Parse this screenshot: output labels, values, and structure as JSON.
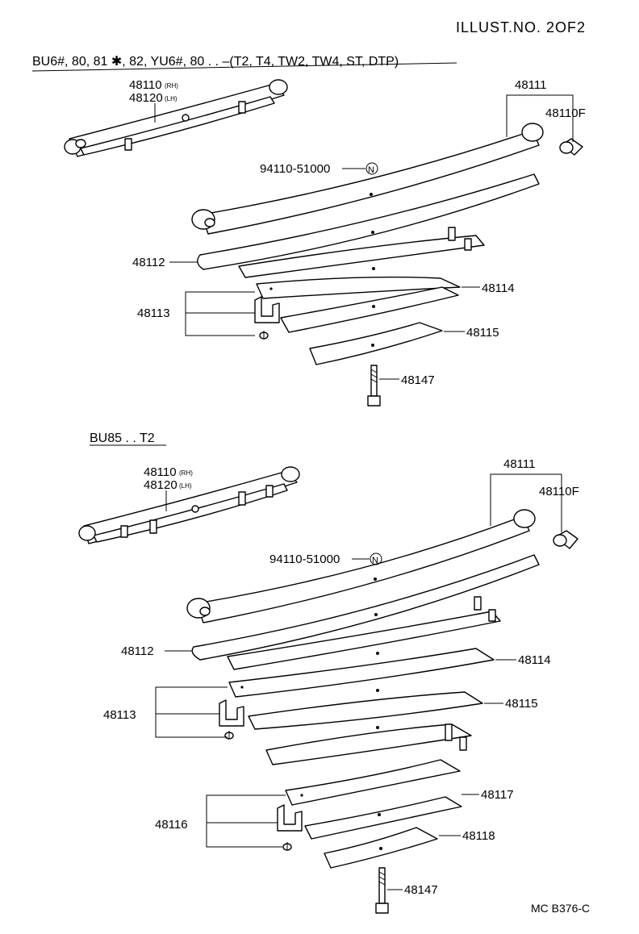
{
  "title": "ILLUST.NO. 2OF2",
  "footer_code": "MC B376-C",
  "sections": [
    {
      "heading": "BU6#, 80, 81 ✱, 82, YU6#, 80 . .   –(T2, T4, TW2, TW4, ST, DTP)",
      "assembly_rh": "48110",
      "assembly_rh_suffix": "(RH)",
      "assembly_lh": "48120",
      "assembly_lh_suffix": "(LH)",
      "callouts": {
        "main_leaf": "48111",
        "bushing": "48110F",
        "nut_part": "94110-51000",
        "nut_symbol": "N",
        "leaf_2": "48112",
        "clip": "48113",
        "leaf_3": "48114",
        "leaf_4": "48115",
        "center_bolt": "48147"
      }
    },
    {
      "heading": "BU85 . . T2",
      "assembly_rh": "48110",
      "assembly_rh_suffix": "(RH)",
      "assembly_lh": "48120",
      "assembly_lh_suffix": "(LH)",
      "callouts": {
        "main_leaf": "48111",
        "bushing": "48110F",
        "nut_part": "94110-51000",
        "nut_symbol": "N",
        "leaf_2": "48112",
        "leaf_3": "48114",
        "clip": "48113",
        "leaf_4": "48115",
        "leaf_5": "48117",
        "clip_lower": "48116",
        "leaf_6": "48118",
        "center_bolt": "48147"
      }
    }
  ]
}
